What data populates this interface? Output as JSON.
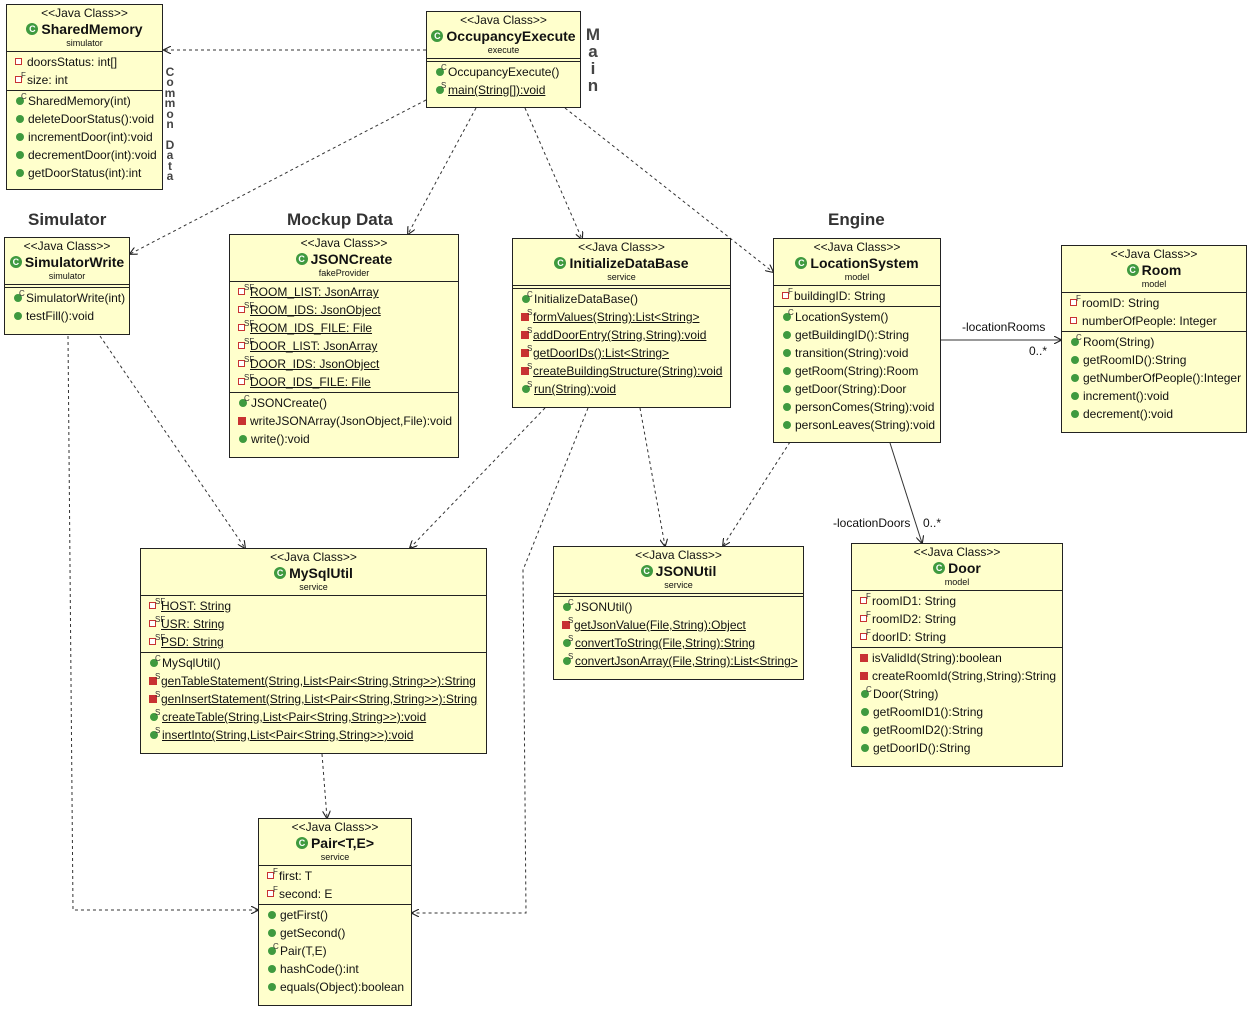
{
  "group_labels": {
    "simulator": "Simulator",
    "mockup": "Mockup Data",
    "engine": "Engine",
    "main": [
      "M",
      "a",
      "i",
      "n"
    ],
    "common_data": [
      "C",
      "o",
      "m",
      "m",
      "o",
      "n",
      "",
      "D",
      "a",
      "t",
      "a"
    ]
  },
  "edge_labels": {
    "location_rooms": "-locationRooms",
    "location_rooms_mult": "0..*",
    "location_doors": "-locationDoors",
    "location_doors_mult": "0..*"
  },
  "classes": {
    "shared_memory": {
      "stereotype": "<<Java Class>>",
      "name": "SharedMemory",
      "package": "simulator",
      "attributes": [
        {
          "text": "doorsStatus: int[]",
          "vis": "fld",
          "mod": ""
        },
        {
          "text": "size: int",
          "vis": "fld",
          "mod": "F"
        }
      ],
      "operations": [
        {
          "text": "SharedMemory(int)",
          "vis": "pub",
          "mod": "C"
        },
        {
          "text": "deleteDoorStatus():void",
          "vis": "pub",
          "mod": ""
        },
        {
          "text": "incrementDoor(int):void",
          "vis": "pub",
          "mod": ""
        },
        {
          "text": "decrementDoor(int):void",
          "vis": "pub",
          "mod": ""
        },
        {
          "text": "getDoorStatus(int):int",
          "vis": "pub",
          "mod": ""
        }
      ]
    },
    "occupancy_execute": {
      "stereotype": "<<Java Class>>",
      "name": "OccupancyExecute",
      "package": "execute",
      "attributes": [],
      "operations": [
        {
          "text": "OccupancyExecute()",
          "vis": "pub",
          "mod": "C"
        },
        {
          "text": "main(String[]):void",
          "vis": "pub",
          "mod": "S",
          "u": true
        }
      ]
    },
    "simulator_write": {
      "stereotype": "<<Java Class>>",
      "name": "SimulatorWrite",
      "package": "simulator",
      "attributes": [],
      "operations": [
        {
          "text": "SimulatorWrite(int)",
          "vis": "pub",
          "mod": "C"
        },
        {
          "text": "testFill():void",
          "vis": "pub",
          "mod": ""
        }
      ]
    },
    "json_create": {
      "stereotype": "<<Java Class>>",
      "name": "JSONCreate",
      "package": "fakeProvider",
      "attributes": [
        {
          "text": "ROOM_LIST: JsonArray",
          "vis": "fld",
          "mod": "SF",
          "u": true
        },
        {
          "text": "ROOM_IDS: JsonObject",
          "vis": "fld",
          "mod": "SF",
          "u": true
        },
        {
          "text": "ROOM_IDS_FILE: File",
          "vis": "fld",
          "mod": "SF",
          "u": true
        },
        {
          "text": "DOOR_LIST: JsonArray",
          "vis": "fld",
          "mod": "SF",
          "u": true
        },
        {
          "text": "DOOR_IDS: JsonObject",
          "vis": "fld",
          "mod": "SF",
          "u": true
        },
        {
          "text": "DOOR_IDS_FILE: File",
          "vis": "fld",
          "mod": "SF",
          "u": true
        }
      ],
      "operations": [
        {
          "text": "JSONCreate()",
          "vis": "pub",
          "mod": "C"
        },
        {
          "text": "writeJSONArray(JsonObject,File):void",
          "vis": "priv",
          "mod": ""
        },
        {
          "text": "write():void",
          "vis": "pub",
          "mod": ""
        }
      ]
    },
    "initialize_db": {
      "stereotype": "<<Java Class>>",
      "name": "InitializeDataBase",
      "package": "service",
      "attributes": [],
      "operations": [
        {
          "text": "InitializeDataBase()",
          "vis": "pub",
          "mod": "C"
        },
        {
          "text": "formValues(String):List<String>",
          "vis": "priv",
          "mod": "S",
          "u": true
        },
        {
          "text": "addDoorEntry(String,String):void",
          "vis": "priv",
          "mod": "S",
          "u": true
        },
        {
          "text": "getDoorIDs():List<String>",
          "vis": "priv",
          "mod": "S",
          "u": true
        },
        {
          "text": "createBuildingStructure(String):void",
          "vis": "priv",
          "mod": "S",
          "u": true
        },
        {
          "text": "run(String):void",
          "vis": "pub",
          "mod": "S",
          "u": true
        }
      ]
    },
    "location_system": {
      "stereotype": "<<Java Class>>",
      "name": "LocationSystem",
      "package": "model",
      "attributes": [
        {
          "text": "buildingID: String",
          "vis": "fld",
          "mod": "F"
        }
      ],
      "operations": [
        {
          "text": "LocationSystem()",
          "vis": "pub",
          "mod": "C"
        },
        {
          "text": "getBuildingID():String",
          "vis": "pub",
          "mod": ""
        },
        {
          "text": "transition(String):void",
          "vis": "pub",
          "mod": ""
        },
        {
          "text": "getRoom(String):Room",
          "vis": "pub",
          "mod": ""
        },
        {
          "text": "getDoor(String):Door",
          "vis": "pub",
          "mod": ""
        },
        {
          "text": "personComes(String):void",
          "vis": "pub",
          "mod": ""
        },
        {
          "text": "personLeaves(String):void",
          "vis": "pub",
          "mod": ""
        }
      ]
    },
    "room": {
      "stereotype": "<<Java Class>>",
      "name": "Room",
      "package": "model",
      "attributes": [
        {
          "text": "roomID: String",
          "vis": "fld",
          "mod": "F"
        },
        {
          "text": "numberOfPeople: Integer",
          "vis": "fld",
          "mod": ""
        }
      ],
      "operations": [
        {
          "text": "Room(String)",
          "vis": "pub",
          "mod": "C"
        },
        {
          "text": "getRoomID():String",
          "vis": "pub",
          "mod": ""
        },
        {
          "text": "getNumberOfPeople():Integer",
          "vis": "pub",
          "mod": ""
        },
        {
          "text": "increment():void",
          "vis": "pub",
          "mod": ""
        },
        {
          "text": "decrement():void",
          "vis": "pub",
          "mod": ""
        }
      ]
    },
    "mysql_util": {
      "stereotype": "<<Java Class>>",
      "name": "MySqlUtil",
      "package": "service",
      "attributes": [
        {
          "text": "HOST: String",
          "vis": "fld",
          "mod": "SF",
          "u": true
        },
        {
          "text": "USR: String",
          "vis": "fld",
          "mod": "SF",
          "u": true
        },
        {
          "text": "PSD: String",
          "vis": "fld",
          "mod": "SF",
          "u": true
        }
      ],
      "operations": [
        {
          "text": "MySqlUtil()",
          "vis": "pub",
          "mod": "C"
        },
        {
          "text": "genTableStatement(String,List<Pair<String,String>>):String",
          "vis": "priv",
          "mod": "S",
          "u": true
        },
        {
          "text": "genInsertStatement(String,List<Pair<String,String>>):String",
          "vis": "priv",
          "mod": "S",
          "u": true
        },
        {
          "text": "createTable(String,List<Pair<String,String>>):void",
          "vis": "pub",
          "mod": "S",
          "u": true
        },
        {
          "text": "insertInto(String,List<Pair<String,String>>):void",
          "vis": "pub",
          "mod": "S",
          "u": true
        }
      ]
    },
    "json_util": {
      "stereotype": "<<Java Class>>",
      "name": "JSONUtil",
      "package": "service",
      "attributes": [],
      "operations": [
        {
          "text": "JSONUtil()",
          "vis": "pub",
          "mod": "C"
        },
        {
          "text": "getJsonValue(File,String):Object",
          "vis": "priv",
          "mod": "S",
          "u": true
        },
        {
          "text": "convertToString(File,String):String",
          "vis": "pub",
          "mod": "S",
          "u": true
        },
        {
          "text": "convertJsonArray(File,String):List<String>",
          "vis": "pub",
          "mod": "S",
          "u": true
        }
      ]
    },
    "door": {
      "stereotype": "<<Java Class>>",
      "name": "Door",
      "package": "model",
      "attributes": [
        {
          "text": "roomID1: String",
          "vis": "fld",
          "mod": "F"
        },
        {
          "text": "roomID2: String",
          "vis": "fld",
          "mod": "F"
        },
        {
          "text": "doorID: String",
          "vis": "fld",
          "mod": "F"
        }
      ],
      "operations": [
        {
          "text": "isValidId(String):boolean",
          "vis": "priv",
          "mod": ""
        },
        {
          "text": "createRoomId(String,String):String",
          "vis": "priv",
          "mod": ""
        },
        {
          "text": "Door(String)",
          "vis": "pub",
          "mod": "C"
        },
        {
          "text": "getRoomID1():String",
          "vis": "pub",
          "mod": ""
        },
        {
          "text": "getRoomID2():String",
          "vis": "pub",
          "mod": ""
        },
        {
          "text": "getDoorID():String",
          "vis": "pub",
          "mod": ""
        }
      ]
    },
    "pair": {
      "stereotype": "<<Java Class>>",
      "name": "Pair<T,E>",
      "package": "service",
      "attributes": [
        {
          "text": "first: T",
          "vis": "fld",
          "mod": "F"
        },
        {
          "text": "second: E",
          "vis": "fld",
          "mod": "F"
        }
      ],
      "operations": [
        {
          "text": "getFirst()",
          "vis": "pub",
          "mod": ""
        },
        {
          "text": "getSecond()",
          "vis": "pub",
          "mod": ""
        },
        {
          "text": "Pair(T,E)",
          "vis": "pub",
          "mod": "C"
        },
        {
          "text": "hashCode():int",
          "vis": "pub",
          "mod": ""
        },
        {
          "text": "equals(Object):boolean",
          "vis": "pub",
          "mod": ""
        }
      ]
    }
  }
}
